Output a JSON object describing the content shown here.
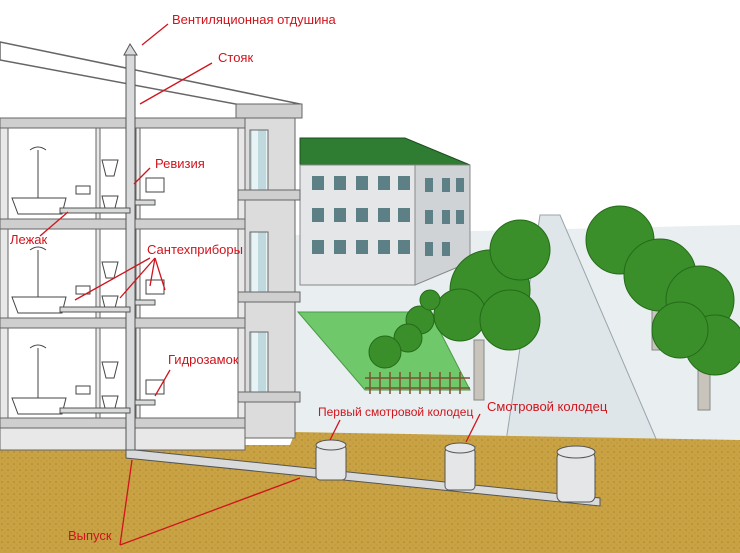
{
  "labels": {
    "vent": "Вентиляционная отдушина",
    "riser": "Стояк",
    "revision": "Ревизия",
    "lezhak": "Лежак",
    "fixtures": "Сантехприборы",
    "trap": "Гидрозамок",
    "first_well": "Первый смотровой колодец",
    "inspection_well": "Смотровой колодец",
    "outlet": "Выпуск"
  },
  "colors": {
    "label": "#d0141c",
    "soil": "#c9a244",
    "roof": "#2e7d32",
    "tree": "#3a8f2a",
    "lawn": "#6fc96a",
    "road": "#e9eef1",
    "pipe": "#d8dadc"
  }
}
